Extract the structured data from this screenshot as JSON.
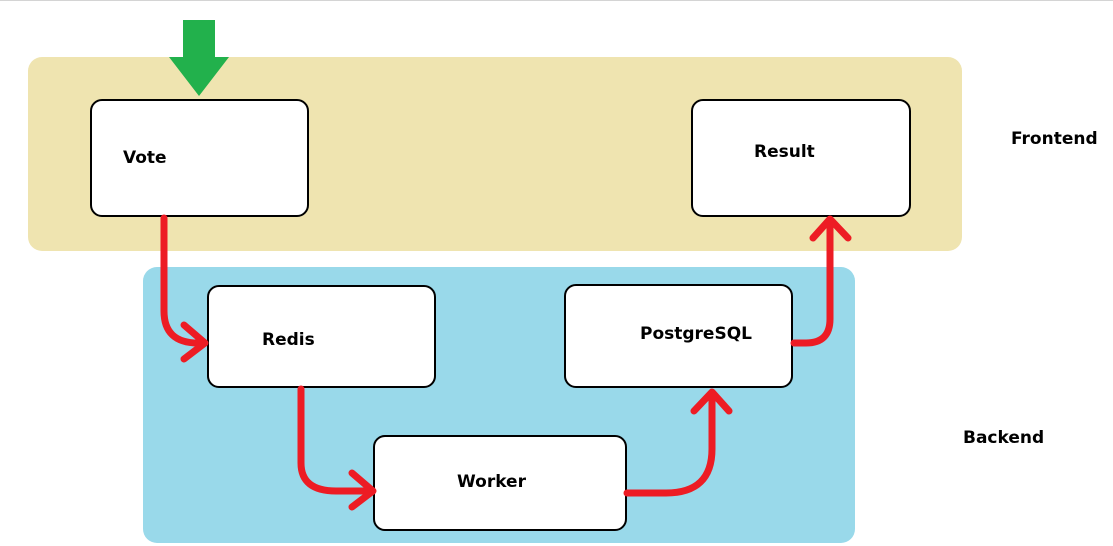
{
  "zones": {
    "frontend": {
      "label": "Frontend",
      "color": "#efe4b0"
    },
    "backend": {
      "label": "Backend",
      "color": "#99d9ea"
    }
  },
  "nodes": {
    "vote": "Vote",
    "result": "Result",
    "redis": "Redis",
    "postgres": "PostgreSQL",
    "worker": "Worker"
  },
  "colors": {
    "flow_arrow": "#ed1c24",
    "entry_arrow": "#22b14c"
  },
  "connections": [
    {
      "from": "Vote",
      "to": "Redis"
    },
    {
      "from": "Redis",
      "to": "Worker"
    },
    {
      "from": "Worker",
      "to": "PostgreSQL"
    },
    {
      "from": "PostgreSQL",
      "to": "Result"
    }
  ],
  "entry_point": "Vote"
}
